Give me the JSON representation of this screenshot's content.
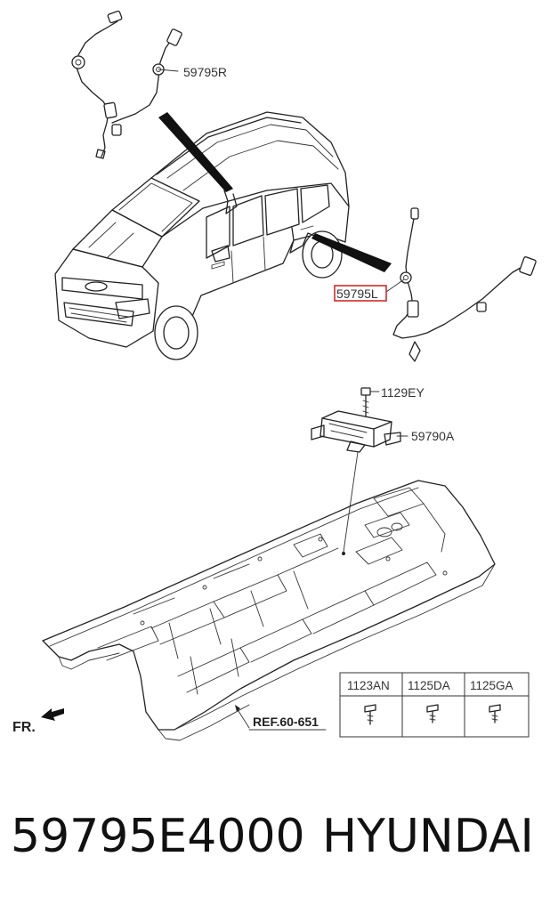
{
  "diagram": {
    "callouts": {
      "sensor_right": "59795R",
      "sensor_left": "59795L",
      "bolt": "1129EY",
      "module": "59790A",
      "floor_ref": "REF.60-651",
      "front_marker": "FR."
    },
    "fastener_table": {
      "headers": [
        "1123AN",
        "1125DA",
        "1125GA"
      ]
    },
    "highlight_color": "#d62828"
  },
  "footer": {
    "part_number": "59795E4000",
    "brand": "HYUNDAI"
  }
}
